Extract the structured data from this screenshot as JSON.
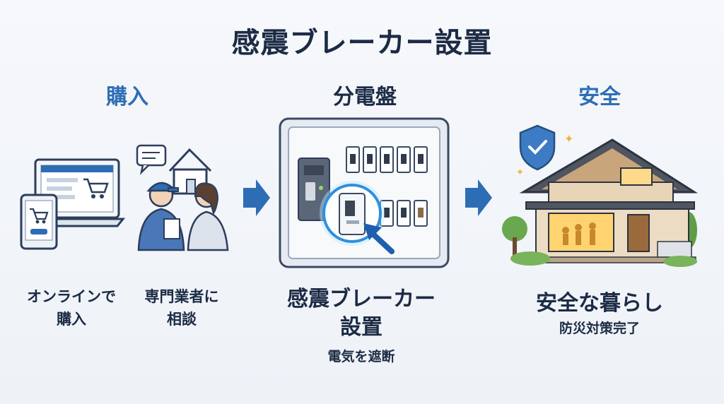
{
  "title": "感震ブレーカー設置",
  "steps": [
    {
      "heading": "購入",
      "captions": [
        {
          "lines": [
            "オンラインで",
            "購入"
          ]
        },
        {
          "lines": [
            "専門業者に",
            "相談"
          ]
        }
      ]
    },
    {
      "heading": "分電盤",
      "caption_lines": [
        "感震ブレーカー",
        "設置"
      ],
      "sub": "電気を遮断"
    },
    {
      "heading": "安全",
      "caption": "安全な暮らし",
      "sub": "防災対策完了"
    }
  ],
  "icons": {
    "devices": "laptop-tablet-cart-icon",
    "consult": "technician-consulting-icon",
    "panel": "distribution-board-icon",
    "arrow": "right-arrow-icon",
    "house": "safe-house-icon",
    "shield": "shield-check-icon"
  },
  "colors": {
    "accent": "#2d6db5",
    "navy": "#1c2b45",
    "glow": "#7fd3ff"
  }
}
